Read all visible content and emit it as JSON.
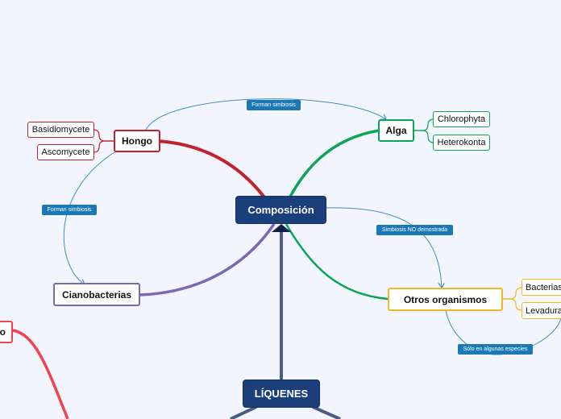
{
  "topics": {
    "composicion": "Composición",
    "liquenes": "LÍQUENES",
    "hongo": "Hongo",
    "alga": "Alga",
    "cianobacterias": "Cianobacterias",
    "otros": "Otros organismos",
    "basidiomycete": "Basidiomycete",
    "ascomycete": "Ascomycete",
    "chlorophyta": "Chlorophyta",
    "heterokonta": "Heterokonta",
    "bacterias": "Bacterias",
    "levaduras": "Levaduras",
    "edge_fragment": "o"
  },
  "relationships": {
    "hongo_alga": "Forman simbiosis",
    "hongo_cianobacterias": "Forman simbiosis",
    "composicion_otros": "Simbiosis NO demostrada",
    "otros_levaduras": "Sólo en algunas especies"
  },
  "colors": {
    "background": "#f2f5fd",
    "root_fill": "#1b3f7a",
    "hongo": "#c0232e",
    "alga": "#0aa655",
    "cianobacterias": "#7b68b5",
    "otros": "#f2b822",
    "relationship": "#1a78b4",
    "trunk": "#4a5d82",
    "red_branch": "#f04250"
  }
}
